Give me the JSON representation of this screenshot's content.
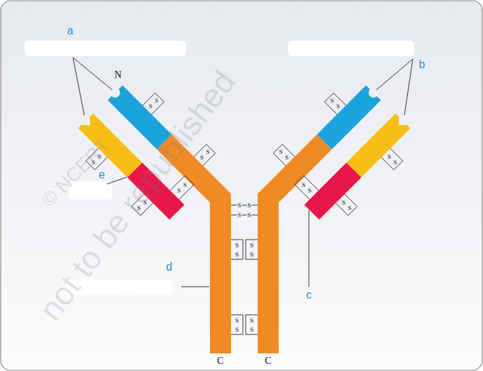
{
  "diagram": {
    "labels": [
      "a",
      "b",
      "N",
      "e",
      "d",
      "c",
      "C",
      "C",
      "S",
      "S",
      "S",
      "S",
      "S",
      "S",
      "S",
      "S",
      "S",
      "S",
      "S",
      "S",
      "S",
      "S",
      "S",
      "S",
      "S",
      "S",
      "S",
      "S",
      "S",
      "S",
      "S",
      "S",
      "S",
      "S",
      "S",
      "S",
      "S",
      "S",
      "S",
      "S",
      "© NCERT",
      "not to be republished"
    ]
  }
}
